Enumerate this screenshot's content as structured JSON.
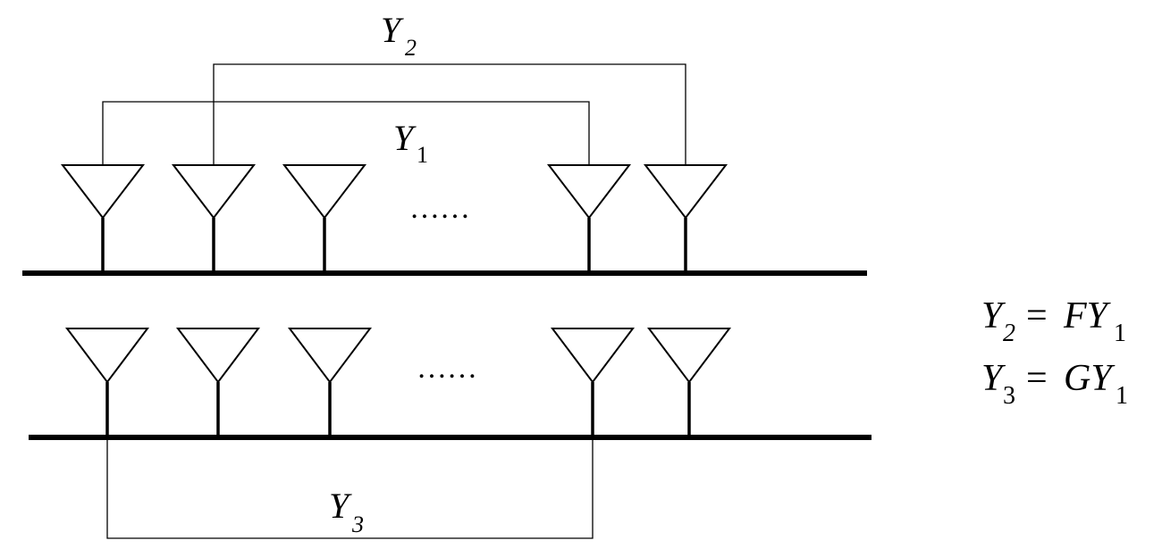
{
  "labels": {
    "y1": {
      "base": "Y",
      "sub": "1"
    },
    "y2": {
      "base": "Y",
      "sub": "2"
    },
    "y3": {
      "base": "Y",
      "sub": "3"
    }
  },
  "ellipsis_top": "……",
  "ellipsis_bottom": "……",
  "equations": [
    {
      "lhs_base": "Y",
      "lhs_sub": "2",
      "eq": "=",
      "rhs_base": "FY",
      "rhs_sub": "1"
    },
    {
      "lhs_base": "Y",
      "lhs_sub": "3",
      "eq": "=",
      "rhs_base": "GY",
      "rhs_sub": "1"
    }
  ],
  "colors": {
    "stroke": "#000000",
    "background": "#ffffff"
  }
}
